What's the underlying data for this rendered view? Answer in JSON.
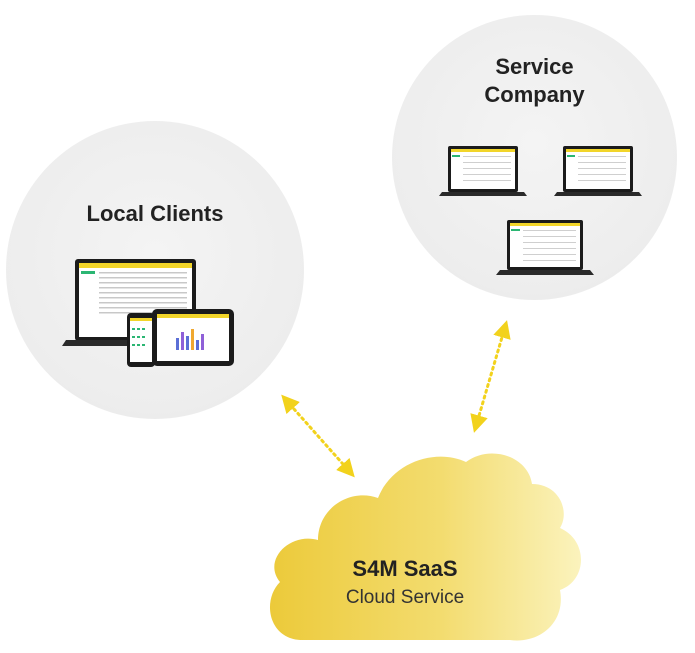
{
  "nodes": {
    "local_clients": "Local Clients",
    "service_company_line1": "Service",
    "service_company_line2": "Company"
  },
  "cloud": {
    "title": "S4M SaaS",
    "subtitle": "Cloud Service"
  },
  "colors": {
    "accent_yellow": "#f2d52a",
    "cloud_light": "#faf2b8",
    "cloud_dark": "#edcf4a",
    "circle_bg": "#eeeeee"
  },
  "icons": [
    "laptop-icon",
    "tablet-icon",
    "phone-icon",
    "cloud-icon",
    "double-arrow-icon"
  ]
}
